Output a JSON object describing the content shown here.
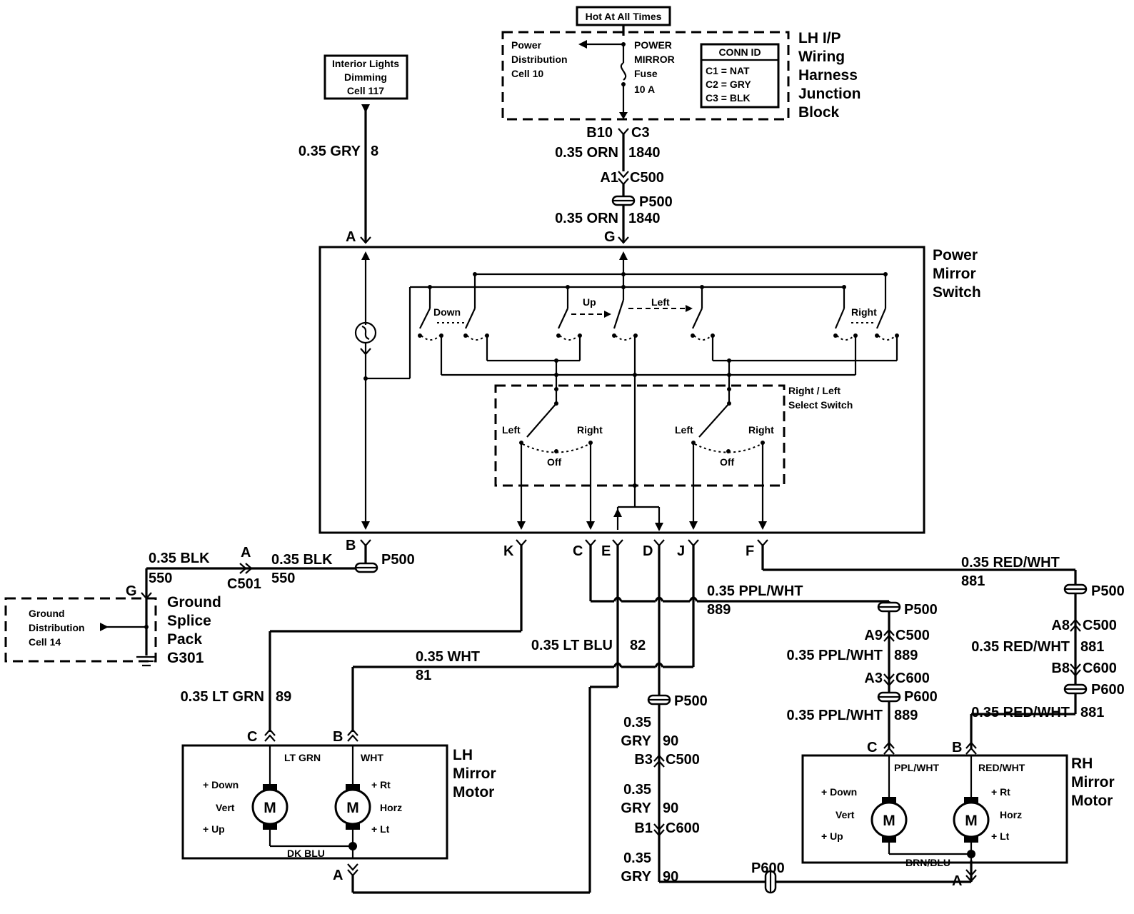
{
  "hot_label": "Hot At All Times",
  "junction_block": {
    "title": [
      "LH I/P",
      "Wiring",
      "Harness",
      "Junction",
      "Block"
    ],
    "power_dist": [
      "Power",
      "Distribution",
      "Cell 10"
    ],
    "fuse": [
      "POWER",
      "MIRROR",
      "Fuse",
      "10 A"
    ],
    "conn_id": {
      "header": "CONN ID",
      "rows": [
        "C1 = NAT",
        "C2 = GRY",
        "C3 = BLK"
      ]
    }
  },
  "interior_lights": [
    "Interior Lights",
    "Dimming",
    "Cell 117"
  ],
  "switch": {
    "title": [
      "Power",
      "Mirror",
      "Switch"
    ],
    "select_title": [
      "Right / Left",
      "Select Switch"
    ],
    "labels": {
      "down": "Down",
      "up": "Up",
      "left": "Left",
      "right": "Right",
      "sel_left": "Left",
      "sel_right": "Right",
      "off": "Off"
    }
  },
  "ground": {
    "title": [
      "Ground",
      "Splice",
      "Pack",
      "G301"
    ],
    "dist": [
      "Ground",
      "Distribution",
      "Cell 14"
    ]
  },
  "lh_motor": {
    "title": [
      "LH",
      "Mirror",
      "Motor"
    ],
    "wire_c": "LT GRN",
    "wire_b": "WHT",
    "wire_a": "DK BLU",
    "plus_down": "+ Down",
    "vert": "Vert",
    "plus_up": "+ Up",
    "plus_rt": "+ Rt",
    "horz": "Horz",
    "plus_lt": "+ Lt",
    "m": "M"
  },
  "rh_motor": {
    "title": [
      "RH",
      "Mirror",
      "Motor"
    ],
    "wire_c": "PPL/WHT",
    "wire_b": "RED/WHT",
    "wire_a": "BRN/BLU",
    "plus_down": "+ Down",
    "vert": "Vert",
    "plus_up": "+ Up",
    "plus_rt": "+ Rt",
    "horz": "Horz",
    "plus_lt": "+ Lt",
    "m": "M"
  },
  "connectors": {
    "B10": "B10",
    "C3": "C3",
    "A1": "A1",
    "C500": "C500",
    "P500": "P500",
    "P600": "P600",
    "C501": "C501",
    "C600": "C600",
    "A9": "A9",
    "A8": "A8",
    "A3": "A3",
    "B8": "B8",
    "B3": "B3",
    "B1": "B1",
    "pins": {
      "A": "A",
      "B": "B",
      "C": "C",
      "D": "D",
      "E": "E",
      "F": "F",
      "G": "G",
      "J": "J",
      "K": "K"
    }
  },
  "wires": {
    "gry8_size": "0.35 GRY",
    "gry8_num": "8",
    "orn_size": "0.35 ORN",
    "orn_num": "1840",
    "blk_size": "0.35 BLK",
    "blk_num": "550",
    "red_size": "0.35 RED/WHT",
    "red_num": "881",
    "ppl_size": "0.35 PPL/WHT",
    "ppl_num": "889",
    "ltblu_size": "0.35 LT BLU",
    "ltblu_num": "82",
    "wht_size": "0.35 WHT",
    "wht_num": "81",
    "ltgrn_size": "0.35 LT GRN",
    "ltgrn_num": "89",
    "gry90_a": "0.35",
    "gry90_b": "GRY",
    "gry90_num": "90"
  }
}
